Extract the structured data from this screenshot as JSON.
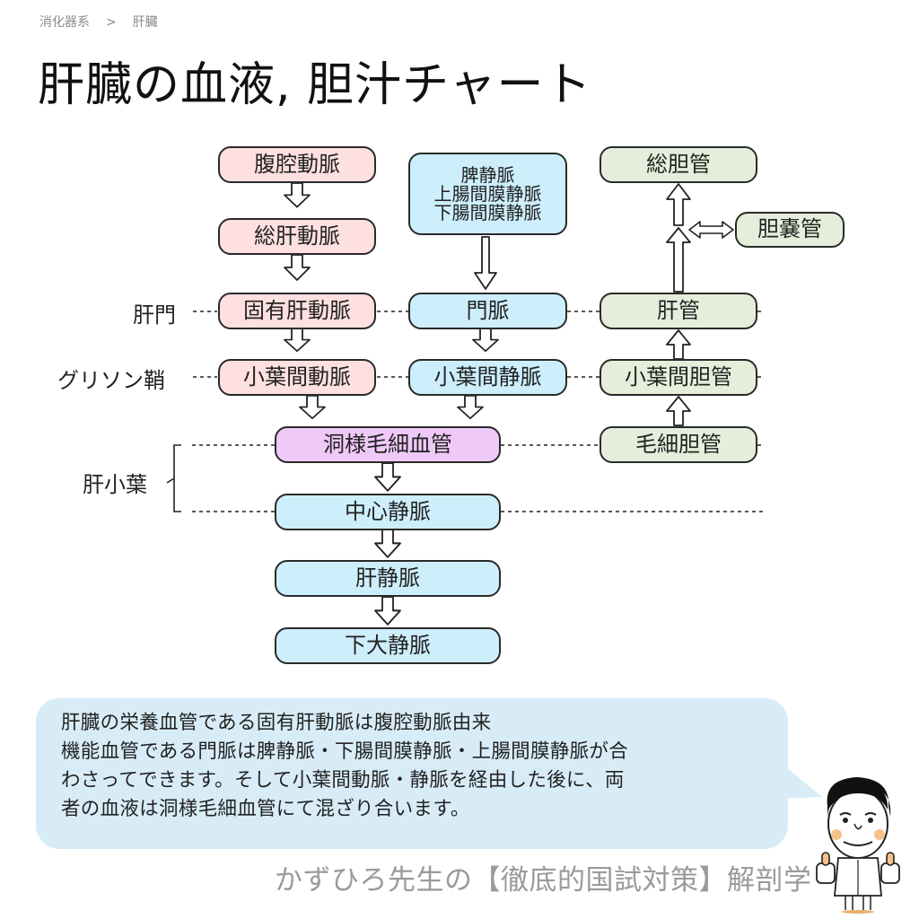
{
  "breadcrumb": {
    "items": [
      "消化器系",
      "肝臓"
    ],
    "separator": ">"
  },
  "title": "肝臓の血液, 胆汁チャート",
  "diagram": {
    "side_labels": {
      "hilum": "肝門",
      "glisson": "グリソン鞘",
      "lobule": "肝小葉"
    },
    "arterial": {
      "celiac": "腹腔動脈",
      "common_hepatic": "総肝動脈",
      "proper_hepatic": "固有肝動脈",
      "interlobular_artery": "小葉間動脈"
    },
    "portal": {
      "tributaries": [
        "脾静脈",
        "上腸間膜静脈",
        "下腸間膜静脈"
      ],
      "portal_vein": "門脈",
      "interlobular_vein": "小葉間静脈"
    },
    "sinusoid": "洞様毛細血管",
    "venous": {
      "central_vein": "中心静脈",
      "hepatic_vein": "肝静脈",
      "ivc": "下大静脈"
    },
    "biliary": {
      "common_bile_duct": "総胆管",
      "cystic_duct": "胆嚢管",
      "hepatic_duct": "肝管",
      "interlobular_bile_duct": "小葉間胆管",
      "bile_canaliculus": "毛細胆管"
    },
    "colors": {
      "artery": "#fde0df",
      "vein": "#cdeefb",
      "bile": "#e5eedb",
      "sinusoid": "#efc9f7",
      "border": "#2a2a2a"
    }
  },
  "note": {
    "lines": [
      "肝臓の栄養血管である固有肝動脈は腹腔動脈由来",
      "機能血管である門脈は脾静脈・下腸間膜静脈・上腸間膜静脈が合",
      "わさってできます。そして小葉間動脈・静脈を経由した後に、両",
      "者の血液は洞様毛細血管にて混ざり合います。"
    ],
    "background": "#d8ecf8"
  },
  "footer": "かずひろ先生の【徹底的国試対策】解剖学"
}
